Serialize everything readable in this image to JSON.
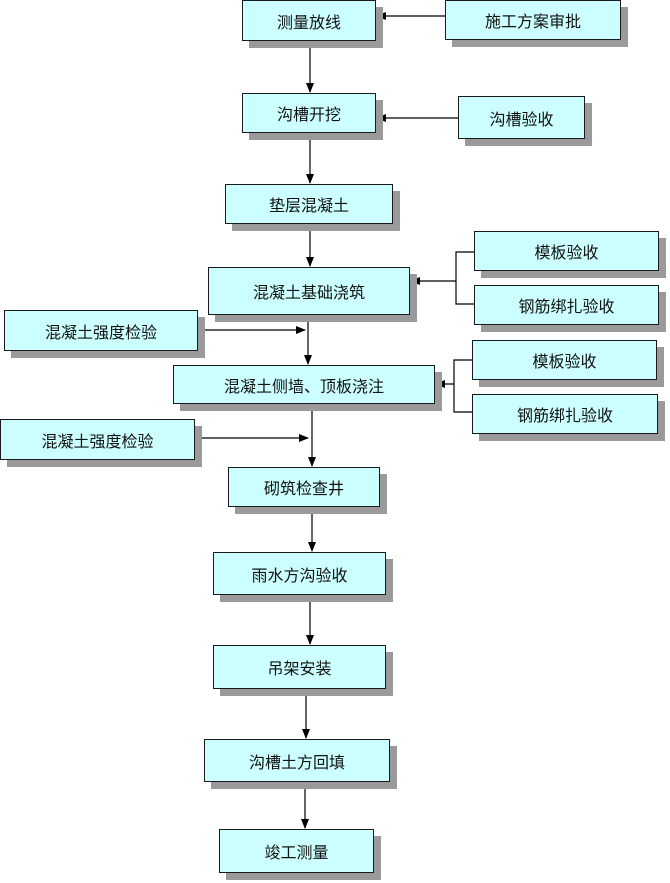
{
  "flowchart": {
    "main_steps": [
      "测量放线",
      "沟槽开挖",
      "垫层混凝土",
      "混凝土基础浇筑",
      "混凝土侧墙、顶板浇注",
      "砌筑检查井",
      "雨水方沟验收",
      "吊架安装",
      "沟槽土方回填",
      "竣工测量"
    ],
    "inputs": {
      "construction_plan_approval": "施工方案审批",
      "trench_acceptance": "沟槽验收",
      "formwork_acceptance_1": "模板验收",
      "rebar_acceptance_1": "钢筋绑扎验收",
      "concrete_strength_test_1": "混凝土强度检验",
      "formwork_acceptance_2": "模板验收",
      "rebar_acceptance_2": "钢筋绑扎验收",
      "concrete_strength_test_2": "混凝土强度检验"
    },
    "colors": {
      "box_fill": "#ccffff",
      "box_shadow": "#9a9a9a",
      "line": "#000000"
    }
  }
}
